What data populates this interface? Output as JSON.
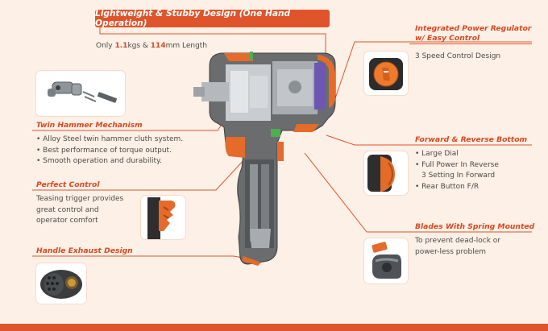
{
  "banner": {
    "title": "Lightweight & Stubby Design (One Hand Operation)"
  },
  "weight_line": {
    "prefix": "Only ",
    "weight_value": "1.1",
    "weight_unit": "kgs & ",
    "length_value": "114",
    "length_unit": "mm Length"
  },
  "features": {
    "power_regulator": {
      "title_line1": "Integrated Power Regulator",
      "title_line2": "w/ Easy Control",
      "description": "3 Speed Control Design"
    },
    "twin_hammer": {
      "title": "Twin Hammer Mechanism",
      "bullets": [
        "• Alloy Steel twin hammer cluth system.",
        "• Best performance of torque output.",
        "• Smooth operation and durability."
      ]
    },
    "forward_reverse": {
      "title": "Forward & Reverse Bottom",
      "bullets": [
        "• Large Dial",
        "• Full Power In Reverse",
        "  3 Setting In Forward",
        "• Rear Button F/R"
      ]
    },
    "perfect_control": {
      "title": "Perfect Control",
      "lines": [
        "Teasing trigger provides",
        "great control and",
        "operator comfort"
      ]
    },
    "blades": {
      "title": "Blades With Spring Mounted",
      "lines": [
        "To prevent dead-lock or",
        "power-less problem"
      ]
    },
    "handle_exhaust": {
      "title": "Handle Exhaust Design"
    }
  },
  "colors": {
    "accent": "#e0542b",
    "heading": "#d9471f",
    "background": "#fdf0e6",
    "tool_gray": "#5d5f61",
    "tool_orange": "#e46b2a"
  },
  "icons": [
    "hammer-parts-icon",
    "speed-dial-icon",
    "reverse-button-icon",
    "trigger-icon",
    "blade-icon",
    "exhaust-icon",
    "impact-wrench-cutaway"
  ]
}
